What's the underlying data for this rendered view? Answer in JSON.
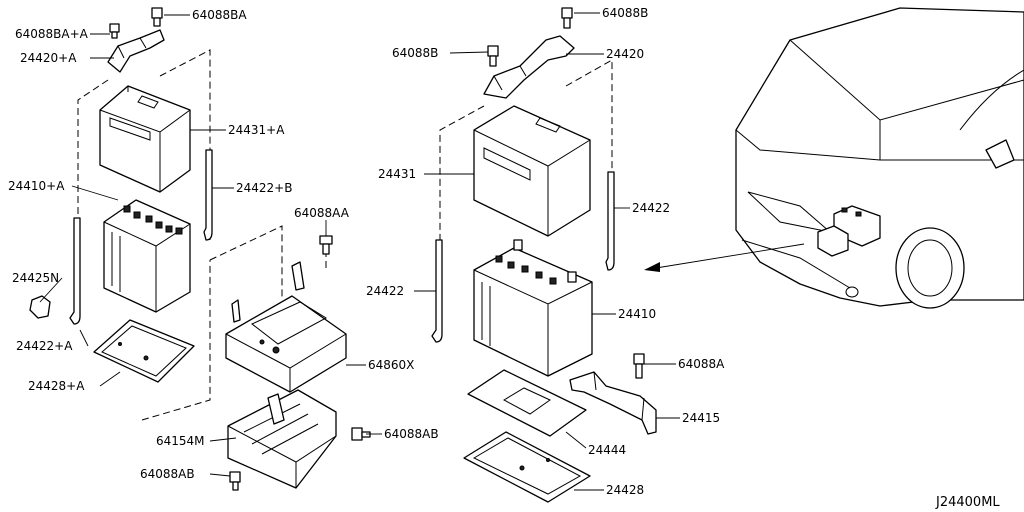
{
  "diagram_code": "J24400ML",
  "labels": {
    "l_64088BA": "64088BA",
    "l_64088BA_plusA": "64088BA+A",
    "l_24420_plusA": "24420+A",
    "l_24431_plusA": "24431+A",
    "l_24410_plusA": "24410+A",
    "l_24422_plusB": "24422+B",
    "l_24425N": "24425N",
    "l_24422_plusA": "24422+A",
    "l_24428_plusA": "24428+A",
    "l_64088AA": "64088AA",
    "l_64860X": "64860X",
    "l_64154M": "64154M",
    "l_64088AB_right": "64088AB",
    "l_64088AB_left": "64088AB",
    "l_64088B_top": "64088B",
    "l_64088B_left": "64088B",
    "l_24420": "24420",
    "l_24431": "24431",
    "l_24422_right": "24422",
    "l_24422_left": "24422",
    "l_24410": "24410",
    "l_64088A": "64088A",
    "l_24415": "24415",
    "l_24444": "24444",
    "l_24428": "24428"
  }
}
